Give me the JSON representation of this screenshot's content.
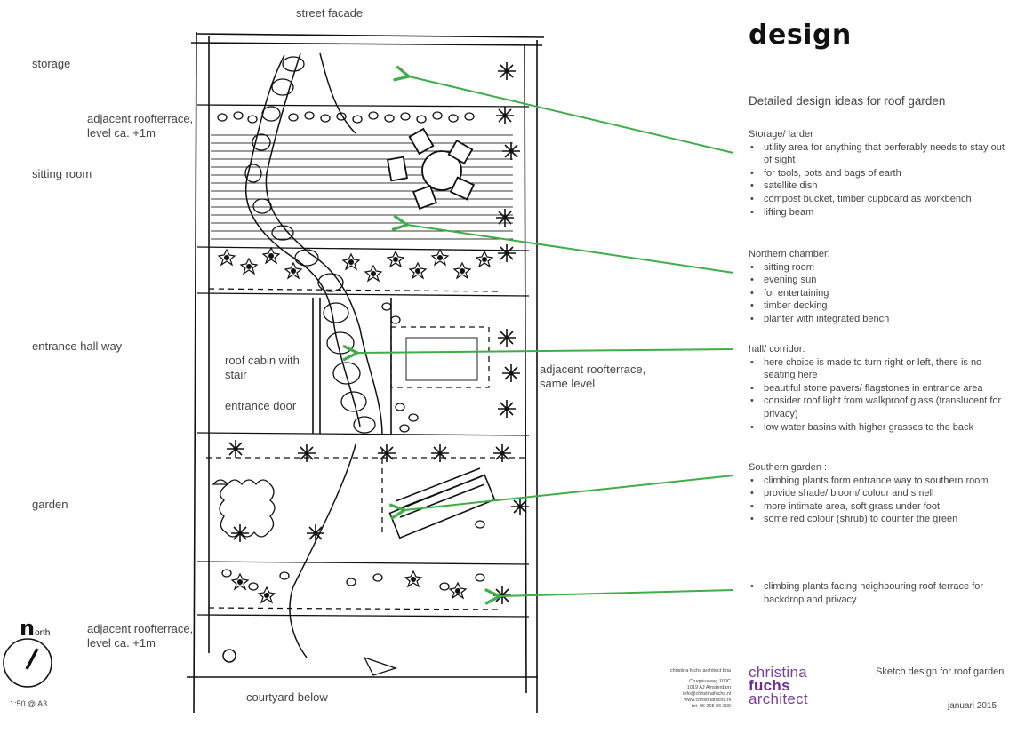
{
  "labels": {
    "street_facade": "street facade",
    "storage": "storage",
    "adjacent_top": "adjacent roofterrace,\nlevel ca. +1m",
    "sitting_room": "sitting room",
    "entrance_hall_way": "entrance hall way",
    "roof_cabin": "roof cabin with stair",
    "entrance_door": "entrance door",
    "adjacent_same": "adjacent roofterrace, same level",
    "garden": "garden",
    "adjacent_bottom": "adjacent roofterrace,\nlevel ca. +1m",
    "courtyard_below": "courtyard below"
  },
  "north": {
    "letter": "n",
    "suffix": "orth",
    "scale": "1:50 @ A3"
  },
  "header": {
    "title": "design",
    "subtitle": "Detailed design ideas for roof garden"
  },
  "sections": [
    {
      "heading": "Storage/ larder",
      "items": [
        "utility area  for anything that perferably needs to stay out of sight",
        "for tools, pots and bags of earth",
        "satellite dish",
        "compost bucket, timber cupboard as workbench",
        "lifting beam"
      ]
    },
    {
      "heading": "Northern chamber:",
      "items": [
        "sitting room",
        "evening sun",
        "for entertaining",
        "timber decking",
        "planter with integrated bench"
      ]
    },
    {
      "heading": "hall/ corridor:",
      "items": [
        "here choice is made to turn right or left, there is no seating here",
        "beautiful stone pavers/ flagstones in entrance area",
        "consider roof light from walkproof glass (translucent for privacy)",
        "low water basins with higher grasses to the back"
      ]
    },
    {
      "heading": "Southern garden     :",
      "items": [
        "climbing plants form entrance way to southern room",
        "provide shade/ bloom/ colour and smell",
        "more intimate area, soft grass under foot",
        "some red colour (shrub) to counter the green"
      ]
    },
    {
      "heading": "",
      "items": [
        "climbing plants facing neighbouring roof terrace for backdrop and privacy"
      ]
    }
  ],
  "footer": {
    "office_name": "christina fuchs architect bna",
    "address_lines": [
      "Cruquiusweg 100C",
      "1019 AJ Amsterdam",
      "info@christinafuchs.nl",
      "www.christinafuchs.nl",
      "tel: 06 205 86 309"
    ],
    "logo_line1": "christina",
    "logo_line2": "fuchs",
    "logo_line3": "architect",
    "sheet_title": "Sketch design for roof garden",
    "date": "januari 2015"
  },
  "colors": {
    "arrow": "#3fae49",
    "ink": "#111111",
    "logo": "#6b2d8f"
  }
}
